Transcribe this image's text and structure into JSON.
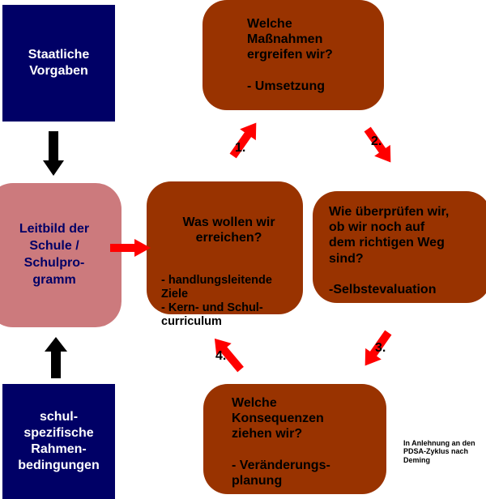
{
  "colors": {
    "navy": "#000066",
    "pink": "#cc7a7d",
    "brown": "#993300",
    "arrow_red": "#ff0000",
    "arrow_black": "#000000"
  },
  "boxes": {
    "staatliche": "Staatliche\nVorgaben",
    "leitbild": "Leitbild der\nSchule /\nSchulpro-\ngramm",
    "schulspezifisch": "schul-\nspezifische\nRahmen-\nbedingungen"
  },
  "cycle": {
    "ziele_title": "Was wollen wir\nerreichen?",
    "ziele_items": "- handlungsleitende\nZiele\n- Kern- und Schul-\ncurriculum",
    "massnahmen": "Welche\nMaßnahmen\nergreifen wir?\n\n- Umsetzung",
    "ueberpruefen": "Wie überprüfen wir,\nob wir noch auf\ndem richtigen Weg\nsind?\n\n-Selbstevaluation",
    "konsequenzen": "Welche\n Konsequenzen\nziehen wir?\n\n- Veränderungs-\nplanung"
  },
  "steps": {
    "one": "1.",
    "two": "2.",
    "three": "3.",
    "four": "4."
  },
  "note": "In Anlehnung an den\nPDSA-Zyklus nach\nDeming"
}
